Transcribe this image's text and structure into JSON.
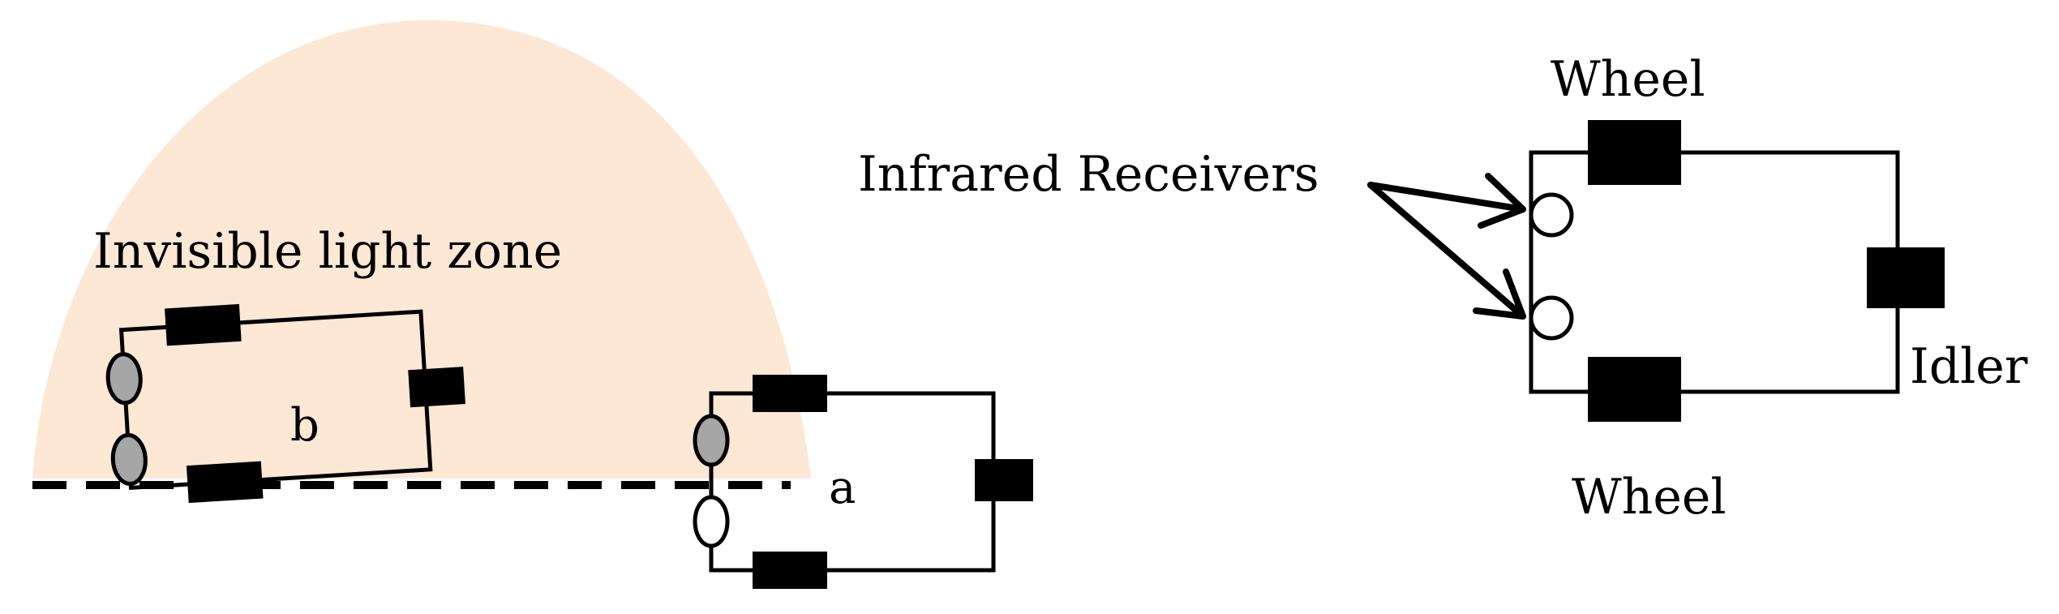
{
  "labels": {
    "zone": "Invisible light zone",
    "robot_b": "b",
    "robot_a": "a",
    "infrared_receivers": "Infrared Receivers",
    "wheel_top": "Wheel",
    "wheel_bottom": "Wheel",
    "idler": "Idler"
  },
  "colors": {
    "zone_fill": "#fde7d5",
    "outline": "#000000",
    "component_fill": "#000000",
    "active_receiver_fill": "#a6a6a6",
    "inactive_receiver_fill": "#ffffff"
  }
}
